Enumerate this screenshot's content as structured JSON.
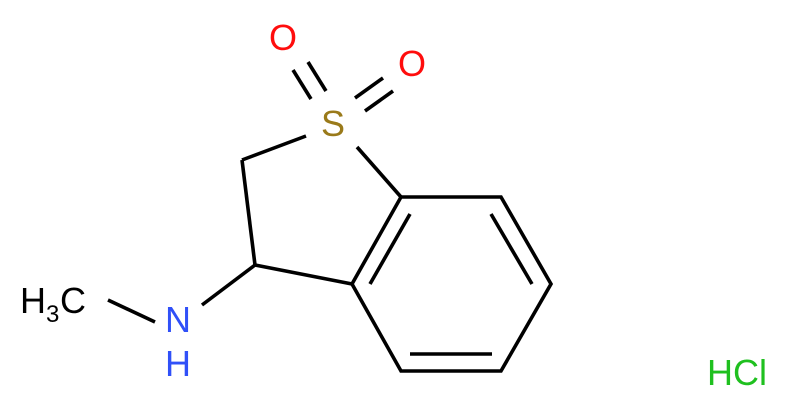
{
  "molecule": {
    "atoms": {
      "sulfur": "S",
      "oxygen_1": "O",
      "oxygen_2": "O",
      "nitrogen": "N",
      "nitrogen_h": "H",
      "methyl_h": "H",
      "methyl_sub": "3",
      "methyl_c": "C"
    },
    "salt": "HCl",
    "colors": {
      "sulfur": "#9a7a1a",
      "oxygen": "#ff0d0d",
      "nitrogen": "#3050f8",
      "chlorine": "#1fc01f",
      "bond": "#000000"
    }
  }
}
